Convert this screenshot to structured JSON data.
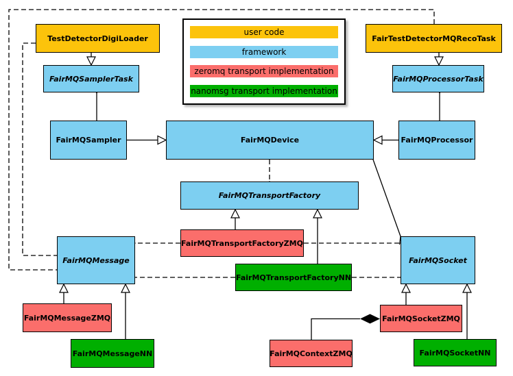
{
  "palette": {
    "user_code": "#FCC30B",
    "framework": "#7DCFF1",
    "zeromq": "#FB6E6B",
    "nanomsg": "#00AF00",
    "line": "#000000",
    "background": "#FFFFFF"
  },
  "legend": {
    "items": [
      {
        "label": "user code",
        "role": "user_code"
      },
      {
        "label": "framework",
        "role": "framework"
      },
      {
        "label": "zeromq transport implementation",
        "role": "zeromq"
      },
      {
        "label": "nanomsg transport implementation",
        "role": "nanomsg"
      }
    ]
  },
  "nodes": {
    "testdetectordigiloader": {
      "label": "TestDetectorDigiLoader",
      "role": "user_code",
      "abstract": false
    },
    "fairmqsamplertask": {
      "label": "FairMQSamplerTask",
      "role": "framework",
      "abstract": true
    },
    "fairtestdetectormqrecotask": {
      "label": "FairTestDetectorMQRecoTask",
      "role": "user_code",
      "abstract": false
    },
    "fairmqprocessortask": {
      "label": "FairMQProcessorTask",
      "role": "framework",
      "abstract": true
    },
    "fairmqsampler": {
      "label": "FairMQSampler",
      "role": "framework",
      "abstract": false
    },
    "fairmqdevice": {
      "label": "FairMQDevice",
      "role": "framework",
      "abstract": false
    },
    "fairmqprocessor": {
      "label": "FairMQProcessor",
      "role": "framework",
      "abstract": false
    },
    "fairmqtransportfactory": {
      "label": "FairMQTransportFactory",
      "role": "framework",
      "abstract": true
    },
    "fairmqtransportfactoryzmq": {
      "label": "FairMQTransportFactoryZMQ",
      "role": "zeromq",
      "abstract": false
    },
    "fairmqtransportfactorynn": {
      "label": "FairMQTransportFactoryNN",
      "role": "nanomsg",
      "abstract": false
    },
    "fairmqmessage": {
      "label": "FairMQMessage",
      "role": "framework",
      "abstract": true
    },
    "fairmqsocket": {
      "label": "FairMQSocket",
      "role": "framework",
      "abstract": true
    },
    "fairmqmessagezmq": {
      "label": "FairMQMessageZMQ",
      "role": "zeromq",
      "abstract": false
    },
    "fairmqmessagenn": {
      "label": "FairMQMessageNN",
      "role": "nanomsg",
      "abstract": false
    },
    "fairmqcontextzmq": {
      "label": "FairMQContextZMQ",
      "role": "zeromq",
      "abstract": false
    },
    "fairmqsocketzmq": {
      "label": "FairMQSocketZMQ",
      "role": "zeromq",
      "abstract": false
    },
    "fairmqsocketnn": {
      "label": "FairMQSocketNN",
      "role": "nanomsg",
      "abstract": false
    }
  },
  "edges": [
    {
      "from": "testdetectordigiloader",
      "to": "fairmqsamplertask",
      "type": "inheritance",
      "line": "solid"
    },
    {
      "from": "fairtestdetectormqrecotask",
      "to": "fairmqprocessortask",
      "type": "inheritance",
      "line": "solid"
    },
    {
      "from": "fairmqsampler",
      "to": "fairmqsamplertask",
      "type": "association",
      "line": "solid"
    },
    {
      "from": "fairmqprocessor",
      "to": "fairmqprocessortask",
      "type": "association",
      "line": "solid"
    },
    {
      "from": "fairmqsampler",
      "to": "fairmqdevice",
      "type": "inheritance",
      "line": "solid"
    },
    {
      "from": "fairmqprocessor",
      "to": "fairmqdevice",
      "type": "inheritance",
      "line": "solid"
    },
    {
      "from": "fairmqdevice",
      "to": "fairmqtransportfactory",
      "type": "dependency",
      "line": "dashed"
    },
    {
      "from": "fairmqdevice",
      "to": "fairmqsocket",
      "type": "association",
      "line": "solid"
    },
    {
      "from": "fairmqtransportfactoryzmq",
      "to": "fairmqtransportfactory",
      "type": "inheritance",
      "line": "solid"
    },
    {
      "from": "fairmqtransportfactorynn",
      "to": "fairmqtransportfactory",
      "type": "inheritance",
      "line": "solid"
    },
    {
      "from": "fairmqtransportfactoryzmq",
      "to": "fairmqmessage",
      "type": "dependency",
      "line": "dashed"
    },
    {
      "from": "fairmqtransportfactoryzmq",
      "to": "fairmqsocket",
      "type": "dependency",
      "line": "dashed"
    },
    {
      "from": "fairmqtransportfactorynn",
      "to": "fairmqmessage",
      "type": "dependency",
      "line": "dashed"
    },
    {
      "from": "fairmqtransportfactorynn",
      "to": "fairmqsocket",
      "type": "dependency",
      "line": "dashed"
    },
    {
      "from": "fairtestdetectormqrecotask",
      "to": "fairmqmessage",
      "type": "dependency",
      "line": "dashed"
    },
    {
      "from": "testdetectordigiloader",
      "to": "fairmqmessage",
      "type": "dependency",
      "line": "dashed"
    },
    {
      "from": "fairmqmessagezmq",
      "to": "fairmqmessage",
      "type": "inheritance",
      "line": "solid"
    },
    {
      "from": "fairmqmessagenn",
      "to": "fairmqmessage",
      "type": "inheritance",
      "line": "solid"
    },
    {
      "from": "fairmqsocketzmq",
      "to": "fairmqsocket",
      "type": "inheritance",
      "line": "solid"
    },
    {
      "from": "fairmqsocketnn",
      "to": "fairmqsocket",
      "type": "inheritance",
      "line": "solid"
    },
    {
      "from": "fairmqcontextzmq",
      "to": "fairmqsocketzmq",
      "type": "composition",
      "line": "solid"
    }
  ]
}
